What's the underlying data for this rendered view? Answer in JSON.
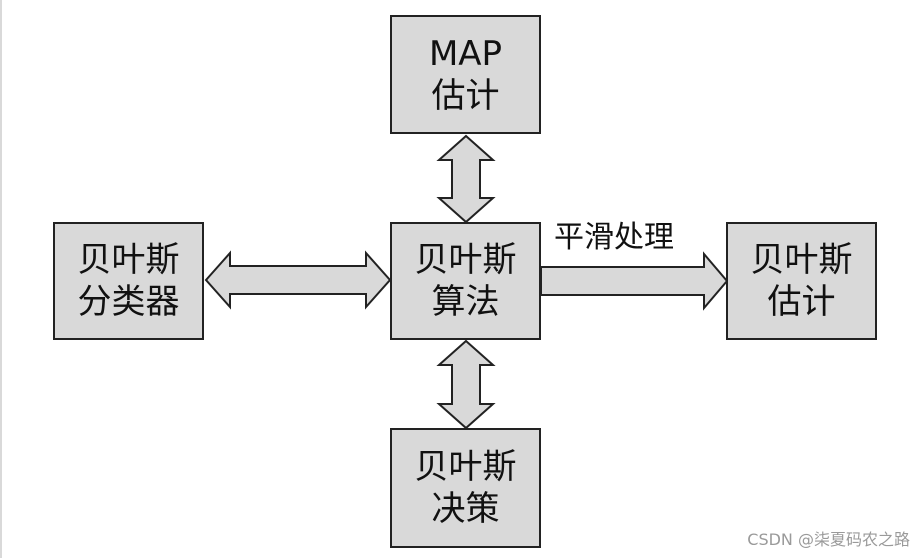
{
  "nodes": {
    "map": [
      "MAP",
      "估计"
    ],
    "algorithm": [
      "贝叶斯",
      "算法"
    ],
    "classifier": [
      "贝叶斯",
      "分类器"
    ],
    "estimation": [
      "贝叶斯",
      "估计"
    ],
    "decision": [
      "贝叶斯",
      "决策"
    ]
  },
  "edge_label": "平滑处理",
  "watermark": "CSDN @柒夏码农之路",
  "colors": {
    "box_fill": "#d9d9d9",
    "arrow_fill": "#d9d9d9",
    "stroke": "#222222"
  }
}
